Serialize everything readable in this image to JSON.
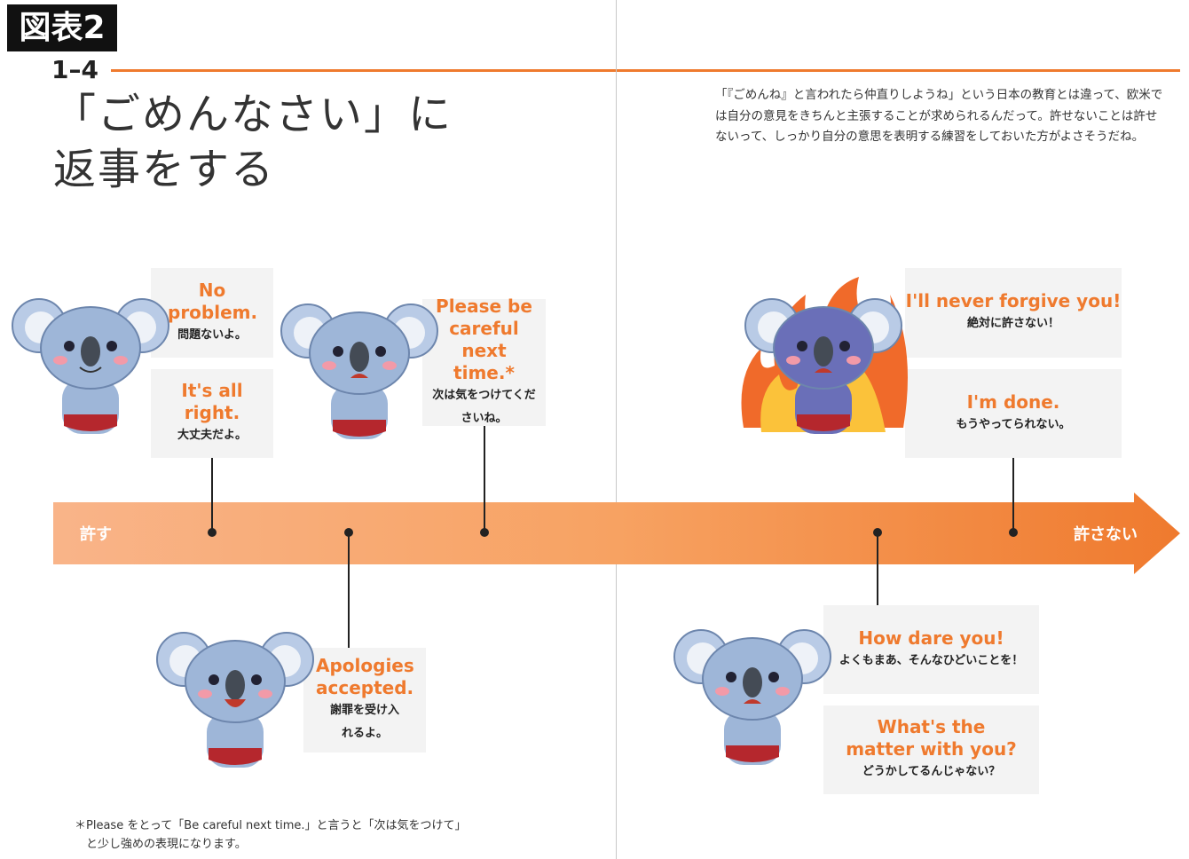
{
  "header": {
    "figure_tag": "図表2",
    "section_number": "1–4",
    "title_line1": "「ごめんなさい」に",
    "title_line2": "返事をする"
  },
  "intro": "「『ごめんね』と言われたら仲直りしようね」という日本の教育とは違って、欧米では自分の意見をきちんと主張することが求められるんだって。許せないことは許せないって、しっかり自分の意思を表明する練習をしておいた方がよさそうだね。",
  "scale": {
    "left_label": "許す",
    "right_label": "許さない",
    "colors": {
      "start": "#f9b489",
      "end": "#ef7a2e"
    }
  },
  "phrases": [
    {
      "en": "No problem.",
      "ja": "問題ないよ。"
    },
    {
      "en": "It's all right.",
      "ja": "大丈夫だよ。"
    },
    {
      "en": "Please be careful next time.*",
      "ja": "次は気をつけてくださいね。"
    },
    {
      "en": "Apologies accepted.",
      "ja": "謝罪を受け入れるよ。"
    },
    {
      "en": "I'll never forgive you!",
      "ja": "絶対に許さない！"
    },
    {
      "en": "I'm done.",
      "ja": "もうやってられない。"
    },
    {
      "en": "How dare you!",
      "ja": "よくもまあ、そんなひどいことを！"
    },
    {
      "en": "What's the matter with you?",
      "ja": "どうかしてるんじゃない？"
    }
  ],
  "footnote": {
    "line1": "＊Please をとって「Be careful next time.」と言うと「次は気をつけて」",
    "line2": "と少し強めの表現になります。"
  }
}
